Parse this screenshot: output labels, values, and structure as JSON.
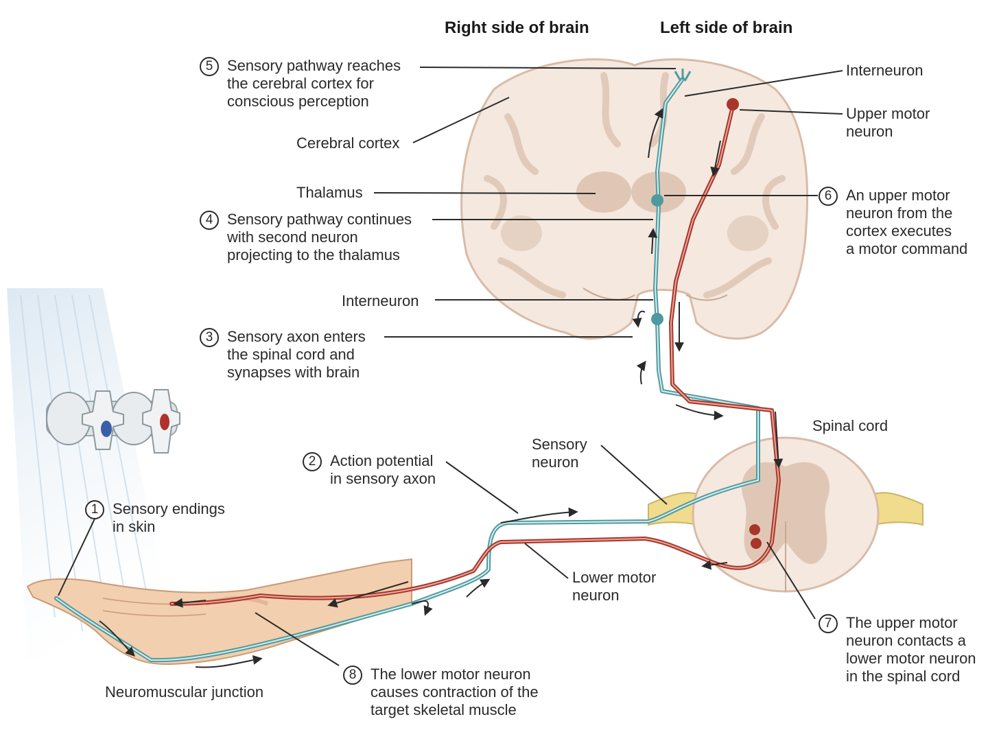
{
  "headers": {
    "right_side": "Right side of brain",
    "left_side": "Left side of brain"
  },
  "labels": {
    "cerebral_cortex": "Cerebral cortex",
    "thalamus": "Thalamus",
    "interneuron_top": "Interneuron",
    "interneuron_mid": "Interneuron",
    "upper_motor_neuron": [
      "Upper motor",
      "neuron"
    ],
    "spinal_cord": "Spinal cord",
    "sensory_neuron": [
      "Sensory",
      "neuron"
    ],
    "lower_motor_neuron": [
      "Lower motor",
      "neuron"
    ],
    "neuromuscular_junction": "Neuromuscular junction"
  },
  "steps": [
    {
      "num": "1",
      "lines": [
        "Sensory endings",
        "in skin"
      ]
    },
    {
      "num": "2",
      "lines": [
        "Action potential",
        "in sensory axon"
      ]
    },
    {
      "num": "3",
      "lines": [
        "Sensory axon enters",
        "the spinal cord and",
        "synapses with brain"
      ]
    },
    {
      "num": "4",
      "lines": [
        "Sensory pathway continues",
        "with second neuron",
        "projecting to the thalamus"
      ]
    },
    {
      "num": "5",
      "lines": [
        "Sensory pathway reaches",
        "the cerebral cortex for",
        "conscious perception"
      ]
    },
    {
      "num": "6",
      "lines": [
        "An upper motor",
        "neuron from the",
        "cortex executes",
        "a motor command"
      ]
    },
    {
      "num": "7",
      "lines": [
        "The upper motor",
        "neuron contacts a",
        "lower motor neuron",
        "in the spinal cord"
      ]
    },
    {
      "num": "8",
      "lines": [
        "The  lower motor neuron",
        "causes contraction of the",
        "target skeletal muscle"
      ]
    }
  ],
  "colors": {
    "sensory_pathway": "#4f9aa0",
    "motor_pathway": "#a8362a",
    "brain_fill": "#f4e8df",
    "gray_matter": "#e0c7b5",
    "skin": "#f2cfae",
    "nerve_root": "#f0dc8c",
    "leader_line": "#2a2a2a"
  },
  "icons": [
    "faucet-icon",
    "water-stream"
  ]
}
